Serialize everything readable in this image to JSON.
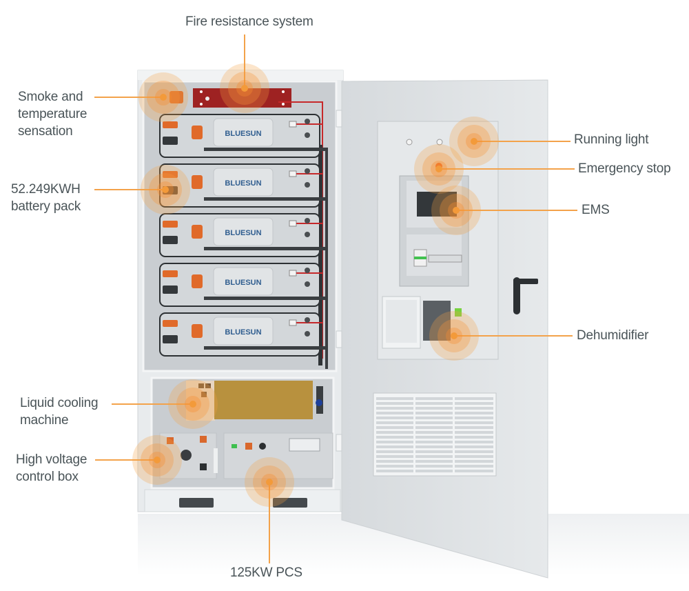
{
  "title": "Energy storage cabinet component callouts",
  "brand": "BLUESUN",
  "colors": {
    "accent": "#f3a24a",
    "label_text": "#4a5458",
    "cabinet": "#e3e6e9",
    "fire_panel": "#9e2222",
    "battery_connector": "#e06a2a",
    "cooling_panel": "#b8913e"
  },
  "battery_modules": [
    {
      "logo": "BLUESUN"
    },
    {
      "logo": "BLUESUN"
    },
    {
      "logo": "BLUESUN"
    },
    {
      "logo": "BLUESUN"
    },
    {
      "logo": "BLUESUN"
    }
  ],
  "callouts": [
    {
      "id": "fire-resistance",
      "label": "Fire resistance system",
      "icon": "hotspot-icon"
    },
    {
      "id": "smoke-temp",
      "label": "Smoke and\ntemperature\nsensation",
      "icon": "hotspot-icon"
    },
    {
      "id": "battery-pack",
      "label": "52.249KWH\nbattery pack",
      "icon": "hotspot-icon"
    },
    {
      "id": "liquid-cooling",
      "label": "Liquid cooling\nmachine",
      "icon": "hotspot-icon"
    },
    {
      "id": "hv-control-box",
      "label": "High voltage\ncontrol box",
      "icon": "hotspot-icon"
    },
    {
      "id": "pcs",
      "label": "125KW PCS",
      "icon": "hotspot-icon"
    },
    {
      "id": "running-light",
      "label": "Running light",
      "icon": "hotspot-icon"
    },
    {
      "id": "emergency-stop",
      "label": "Emergency stop",
      "icon": "hotspot-icon"
    },
    {
      "id": "ems",
      "label": "EMS",
      "icon": "hotspot-icon"
    },
    {
      "id": "dehumidifier",
      "label": "Dehumidifier",
      "icon": "hotspot-icon"
    }
  ]
}
